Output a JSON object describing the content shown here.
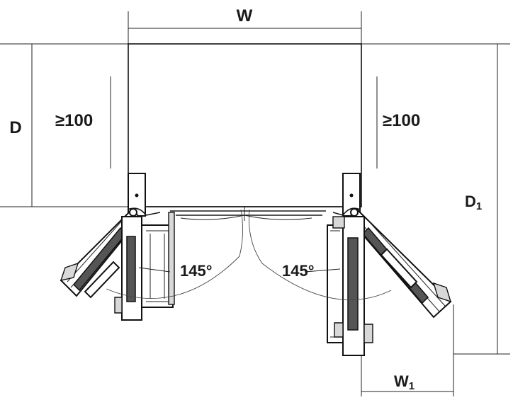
{
  "labels": {
    "width": "W",
    "depth": "D",
    "depth_total": "D",
    "depth_total_sub": "1",
    "width_door": "W",
    "width_door_sub": "1",
    "clearance_left": "≥100",
    "clearance_right": "≥100",
    "angle_left": "145°",
    "angle_right": "145°"
  },
  "colors": {
    "line": "#111111",
    "fill_dark": "#555555",
    "fill_grey": "#d8d8d8",
    "background": "#ffffff"
  }
}
